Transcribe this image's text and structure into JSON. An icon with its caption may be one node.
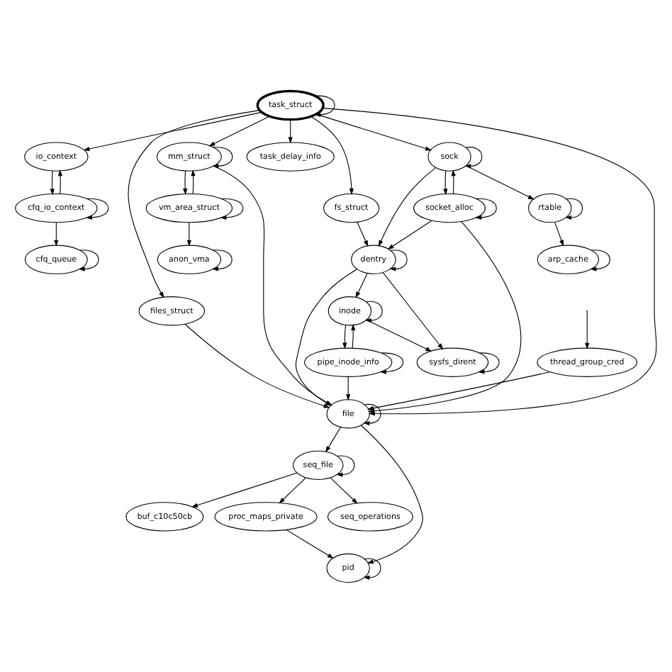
{
  "diagram": {
    "nodes": [
      {
        "text": [
          "task_struct"
        ]
      },
      {
        "text": [
          "io_context"
        ]
      },
      {
        "text": [
          "mm_struct"
        ]
      },
      {
        "text": [
          "files_struct"
        ]
      },
      {
        "text": [
          "task_delay_info"
        ]
      },
      {
        "text": [
          "cfq_io_context"
        ]
      },
      {
        "text": [
          "vm_area_struct"
        ]
      },
      {
        "text": [
          "sock"
        ]
      },
      {
        "text": [
          "fs_struct"
        ]
      },
      {
        "text": [
          "cfq_queue"
        ]
      },
      {
        "text": [
          "anon_vma"
        ]
      },
      {
        "text": [
          "rtable"
        ]
      },
      {
        "text": [
          "socket_alloc"
        ]
      },
      {
        "text": [
          "arp_cache"
        ]
      },
      {
        "text": [
          "dentry"
        ]
      },
      {
        "text": [
          "inode"
        ]
      },
      {
        "text": [
          "sysfs_dirent"
        ]
      },
      {
        "text": [
          "pipe_inode_info"
        ]
      },
      {
        "text": [
          "file"
        ]
      },
      {
        "text": [
          "seq_file"
        ]
      },
      {
        "text": [
          "thread_group_cred"
        ]
      },
      {
        "text": [
          "seq_operations"
        ]
      },
      {
        "text": [
          "buf_c10c50cb"
        ]
      },
      {
        "text": [
          "proc_maps_private"
        ]
      },
      {
        "text": [
          "pid"
        ]
      }
    ],
    "edges": [
      {
        "from": 0,
        "to": 0,
        "arrow": "to"
      },
      {
        "from": 0,
        "to": 1,
        "arrow": "to"
      },
      {
        "from": 0,
        "to": 2,
        "arrow": "to"
      },
      {
        "from": 0,
        "to": 3,
        "arrow": "to"
      },
      {
        "from": 0,
        "to": 4,
        "arrow": "to"
      },
      {
        "from": 0,
        "to": 7,
        "arrow": "to"
      },
      {
        "from": 0,
        "to": 8,
        "arrow": "to"
      },
      {
        "from": 0,
        "to": 18,
        "arrow": "to"
      },
      {
        "from": 1,
        "to": 5,
        "arrow": "to"
      },
      {
        "from": 5,
        "to": 1,
        "arrow": "to"
      },
      {
        "from": 5,
        "to": 5,
        "arrow": "to"
      },
      {
        "from": 5,
        "to": 9,
        "arrow": "to"
      },
      {
        "from": 9,
        "to": 9,
        "arrow": "to"
      },
      {
        "from": 2,
        "to": 2,
        "arrow": "to"
      },
      {
        "from": 2,
        "to": 6,
        "arrow": "to"
      },
      {
        "from": 6,
        "to": 2,
        "arrow": "to"
      },
      {
        "from": 6,
        "to": 6,
        "arrow": "to"
      },
      {
        "from": 6,
        "to": 10,
        "arrow": "to"
      },
      {
        "from": 10,
        "to": 10,
        "arrow": "to"
      },
      {
        "from": 2,
        "to": 18,
        "arrow": "to"
      },
      {
        "from": 7,
        "to": 7,
        "arrow": "to"
      },
      {
        "from": 7,
        "to": 11,
        "arrow": "to"
      },
      {
        "from": 7,
        "to": 12,
        "arrow": "to"
      },
      {
        "from": 12,
        "to": 7,
        "arrow": "to"
      },
      {
        "from": 12,
        "to": 12,
        "arrow": "to"
      },
      {
        "from": 11,
        "to": 11,
        "arrow": "to"
      },
      {
        "from": 11,
        "to": 13,
        "arrow": "to"
      },
      {
        "from": 13,
        "to": 13,
        "arrow": "to"
      },
      {
        "from": 7,
        "to": 14,
        "arrow": "to"
      },
      {
        "from": 12,
        "to": 14,
        "arrow": "to"
      },
      {
        "from": 12,
        "to": 18,
        "arrow": "to"
      },
      {
        "from": 8,
        "to": 14,
        "arrow": "to"
      },
      {
        "from": 14,
        "to": 14,
        "arrow": "to"
      },
      {
        "from": 14,
        "to": 15,
        "arrow": "to"
      },
      {
        "from": 15,
        "to": 15,
        "arrow": "to"
      },
      {
        "from": 15,
        "to": 16,
        "arrow": "to"
      },
      {
        "from": 15,
        "to": 17,
        "arrow": "to"
      },
      {
        "from": 17,
        "to": 15,
        "arrow": "to"
      },
      {
        "from": 17,
        "to": 17,
        "arrow": "to"
      },
      {
        "from": 16,
        "to": 16,
        "arrow": "to"
      },
      {
        "from": 14,
        "to": 16,
        "arrow": "to"
      },
      {
        "from": 14,
        "to": 18,
        "arrow": "to"
      },
      {
        "from": 17,
        "to": 18,
        "arrow": "to"
      },
      {
        "from": 3,
        "to": 18,
        "arrow": "to"
      },
      {
        "from": 18,
        "to": 18,
        "arrow": "to"
      },
      {
        "from": 18,
        "to": 19,
        "arrow": "to"
      },
      {
        "from": 18,
        "to": 24,
        "arrow": "to"
      },
      {
        "from": 19,
        "to": 19,
        "arrow": "to"
      },
      {
        "from": 19,
        "to": 21,
        "arrow": "to"
      },
      {
        "from": 19,
        "to": 22,
        "arrow": "to"
      },
      {
        "from": 19,
        "to": 23,
        "arrow": "to"
      },
      {
        "from": 20,
        "to": 18,
        "arrow": "to"
      },
      {
        "from": null,
        "to": 20,
        "arrow": "to"
      },
      {
        "from": 24,
        "to": 24,
        "arrow": "to"
      },
      {
        "from": 23,
        "to": 24,
        "arrow": "to"
      }
    ]
  }
}
